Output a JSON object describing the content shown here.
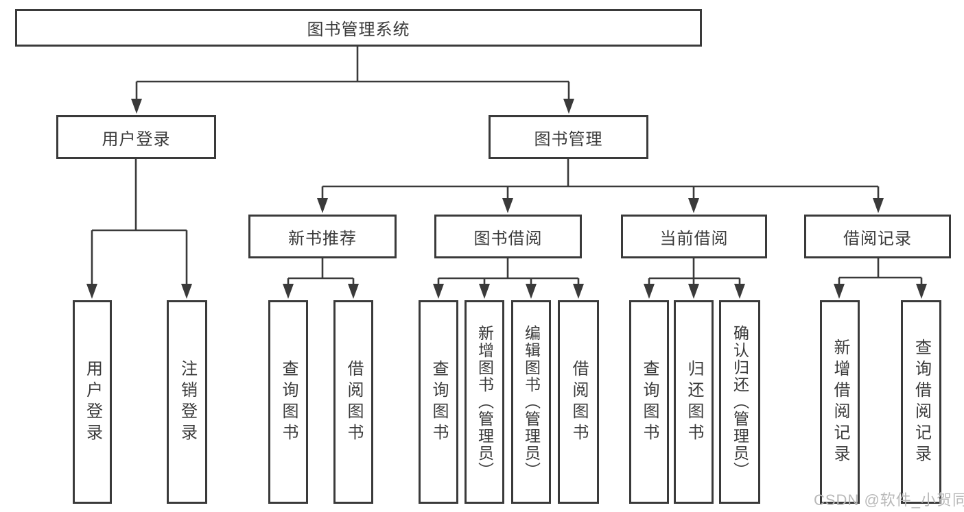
{
  "diagram": {
    "root": {
      "label": "图书管理系统"
    },
    "user_login": {
      "label": "用户登录",
      "children": [
        "用户登录",
        "注销登录"
      ]
    },
    "book_management": {
      "label": "图书管理"
    },
    "new_book_recommend": {
      "label": "新书推荐",
      "children": [
        "查询图书",
        "借阅图书"
      ]
    },
    "book_borrow": {
      "label": "图书借阅",
      "children": [
        "查询图书",
        "新增图书（管理员）",
        "编辑图书（管理员）",
        "借阅图书"
      ]
    },
    "current_borrow": {
      "label": "当前借阅",
      "children": [
        "查询图书",
        "归还图书",
        "确认归还（管理员）"
      ]
    },
    "borrow_records": {
      "label": "借阅记录",
      "children": [
        "新增借阅记录",
        "查询借阅记录"
      ]
    }
  },
  "watermark": "CSDN @软件_小贺同学",
  "colors": {
    "line": "#3a3a3a",
    "text": "#3a3a3a",
    "watermark": "#b9b9b9",
    "background": "#ffffff"
  }
}
